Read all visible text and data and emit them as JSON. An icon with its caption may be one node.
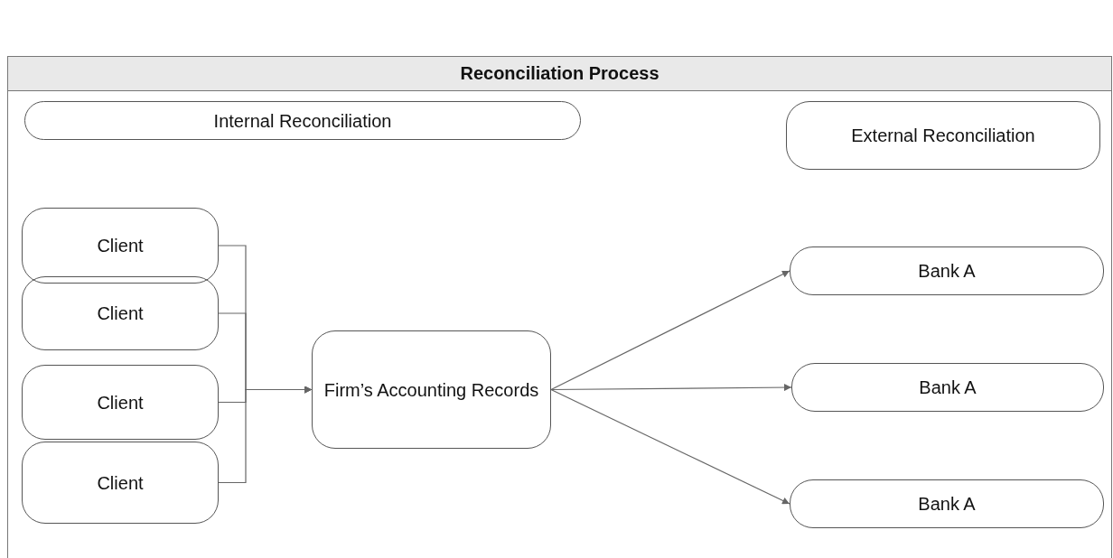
{
  "diagram": {
    "nodes": [
      {
        "text": [
          "Reconciliation Process"
        ]
      },
      {
        "text": [
          "Internal Reconciliation"
        ],
        "in": 0
      },
      {
        "text": [
          "External Reconciliation"
        ],
        "in": 0
      },
      {
        "text": [
          "Client"
        ],
        "in": 0
      },
      {
        "text": [
          "Client"
        ],
        "in": 0
      },
      {
        "text": [
          "Client"
        ],
        "in": 0
      },
      {
        "text": [
          "Client"
        ],
        "in": 0
      },
      {
        "text": [
          "Firm’s Accounting Records"
        ],
        "in": 0
      },
      {
        "text": [
          "Bank A"
        ],
        "in": 0
      },
      {
        "text": [
          "Bank A"
        ],
        "in": 0
      },
      {
        "text": [
          "Bank A"
        ],
        "in": 0
      }
    ],
    "edges": [
      {
        "from": 3,
        "to": 7,
        "arrow": "to"
      },
      {
        "from": 4,
        "to": 7,
        "arrow": "to"
      },
      {
        "from": 5,
        "to": 7,
        "arrow": "to"
      },
      {
        "from": 6,
        "to": 7,
        "arrow": "to"
      },
      {
        "from": 7,
        "to": 8,
        "arrow": "to"
      },
      {
        "from": 7,
        "to": 9,
        "arrow": "to"
      },
      {
        "from": 7,
        "to": 10,
        "arrow": "to"
      }
    ]
  }
}
